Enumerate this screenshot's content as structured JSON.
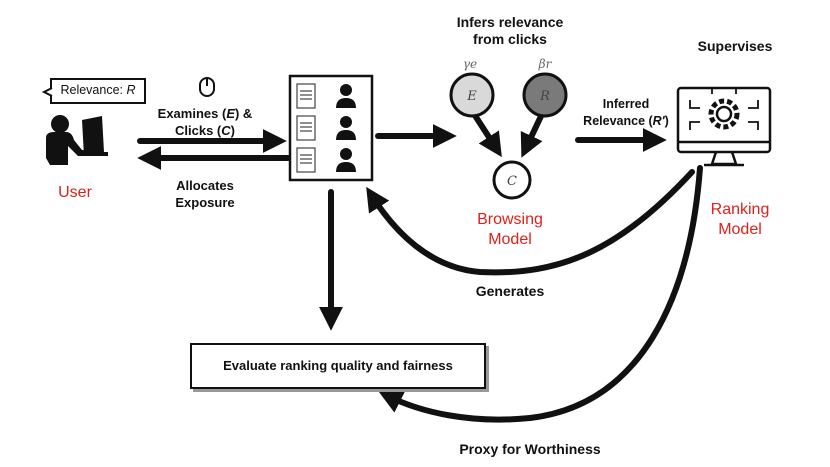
{
  "user": {
    "speech": "Relevance: ",
    "speech_var": "R",
    "label": "User"
  },
  "arrows": {
    "examines_line1": "Examines (",
    "examines_e": "E",
    "examines_line1_end": ") &",
    "clicks_line2": "Clicks (",
    "clicks_c": "C",
    "clicks_line2_end": ")",
    "allocates_line1": "Allocates",
    "allocates_line2": "Exposure",
    "inferred_line1": "Inferred",
    "inferred_line2": "Relevance (",
    "inferred_var": "R'",
    "inferred_end": ")",
    "generates": "Generates",
    "proxy": "Proxy for Worthiness"
  },
  "browsing_model": {
    "title_line1": "Infers relevance",
    "title_line2": "from clicks",
    "label_line1": "Browsing",
    "label_line2": "Model",
    "node_e": "E",
    "node_r": "R",
    "node_c": "C",
    "param_e": "γe",
    "param_r": "βr"
  },
  "ranking_model": {
    "supervises": "Supervises",
    "label_line1": "Ranking",
    "label_line2": "Model"
  },
  "evaluate": {
    "label": "Evaluate ranking quality and fairness"
  },
  "colors": {
    "accent_red": "#e0201b",
    "node_light": "#d9d9d9",
    "node_dark": "#7a7a7a",
    "ink": "#111111"
  }
}
